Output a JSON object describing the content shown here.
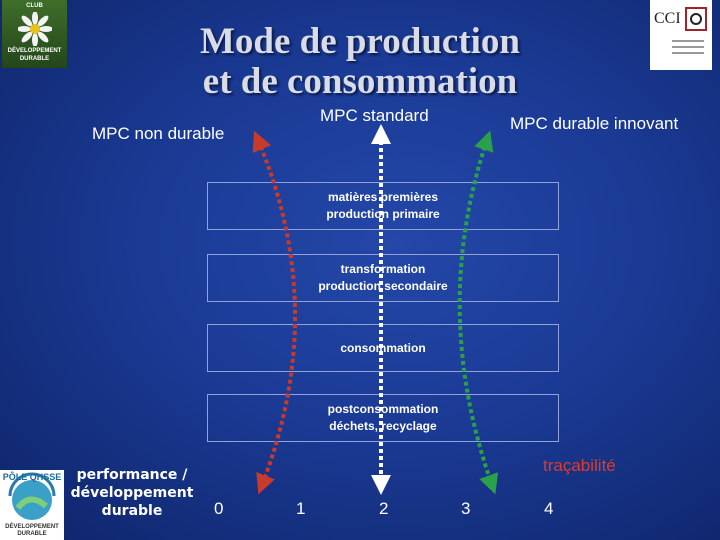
{
  "title": {
    "line1": "Mode de production",
    "line2": "et de consommation"
  },
  "labels": {
    "left": "MPC non durable",
    "center": "MPC standard",
    "right": "MPC durable innovant",
    "tracability": "traçabilité"
  },
  "boxes": [
    {
      "line1": "matières premières",
      "line2": "production primaire"
    },
    {
      "line1": "transformation",
      "line2": "production secondaire"
    },
    {
      "line1": "consommation",
      "line2": ""
    },
    {
      "line1": "postconsommation",
      "line2": "déchets, recyclage"
    }
  ],
  "performance": {
    "line1": "performance /",
    "line2": "développement",
    "line3": "durable"
  },
  "scale": [
    "0",
    "1",
    "2",
    "3",
    "4"
  ],
  "logos": {
    "club": {
      "top": "CLUB",
      "line1": "DÉVELOPPEMENT",
      "line2": "DURABLE"
    },
    "cci": {
      "text": "CCI"
    },
    "pole": {
      "arc": "PÔLE QHSSE",
      "line1": "DÉVELOPPEMENT",
      "line2": "DURABLE"
    }
  },
  "colors": {
    "left_arrow": "#c83a2a",
    "center_arrow": "#ffffff",
    "right_arrow": "#2aa04a",
    "tracability": "#e03a2a"
  }
}
